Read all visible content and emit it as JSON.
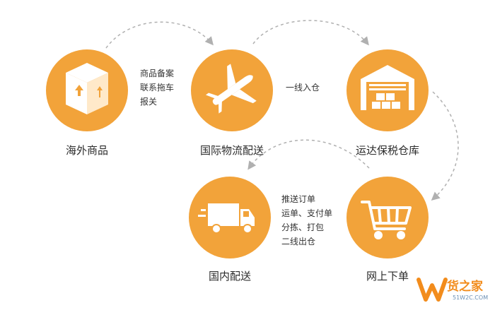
{
  "colors": {
    "circle": "#f2a33a",
    "icon": "#ffffff",
    "arrow": "#b0b0b0",
    "text": "#2b2b2b"
  },
  "nodes": [
    {
      "id": "overseas",
      "label": "海外商品",
      "icon": "package-icon"
    },
    {
      "id": "intl",
      "label": "国际物流配送",
      "icon": "airplane-icon"
    },
    {
      "id": "bonded",
      "label": "运达保税仓库",
      "icon": "warehouse-icon"
    },
    {
      "id": "order",
      "label": "网上下单",
      "icon": "shopping-cart-icon"
    },
    {
      "id": "domestic",
      "label": "国内配送",
      "icon": "truck-icon"
    }
  ],
  "edges": {
    "e1": {
      "from": "overseas",
      "to": "intl",
      "lines": [
        "商品备案",
        "联系拖车",
        "报关"
      ]
    },
    "e2": {
      "from": "intl",
      "to": "bonded",
      "lines": [
        "一线入仓"
      ]
    },
    "e3": {
      "from": "bonded",
      "to": "order",
      "lines": []
    },
    "e4": {
      "from": "order",
      "to": "domestic",
      "lines": [
        "推送订单",
        "运单、支付单",
        "分拣、打包",
        "二线出仓"
      ]
    }
  },
  "watermark": {
    "text": "货之家",
    "url": "51W2C.COM"
  }
}
